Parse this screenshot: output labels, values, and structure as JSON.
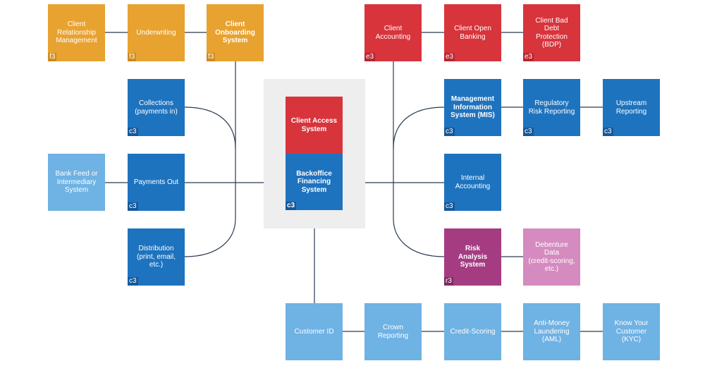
{
  "colors": {
    "orange": "#E8A230",
    "red": "#D7343C",
    "blue": "#1E73BE",
    "light_blue": "#6FB2E4",
    "purple": "#A53C82",
    "pink": "#D58BBF",
    "line": "#2B3A52",
    "group_bg": "#EEEEEE",
    "badge_orange": "#D08A1E",
    "badge_red": "#B82530",
    "badge_blue": "#15589A",
    "badge_purple": "#7F2A62"
  },
  "nodes": [
    {
      "id": "client-relationship-management",
      "label": "Client\nRelationship\nManagement",
      "badge": "f3",
      "color": "orange",
      "bold": false
    },
    {
      "id": "underwriting",
      "label": "Underwriting",
      "badge": "f3",
      "color": "orange",
      "bold": false
    },
    {
      "id": "client-onboarding-system",
      "label": "Client\nOnboarding\nSystem",
      "badge": "f3",
      "color": "orange",
      "bold": true
    },
    {
      "id": "client-accounting",
      "label": "Client\nAccounting",
      "badge": "e3",
      "color": "red",
      "bold": false
    },
    {
      "id": "client-open-banking",
      "label": "Client Open\nBanking",
      "badge": "e3",
      "color": "red",
      "bold": false
    },
    {
      "id": "client-bad-debt-protection",
      "label": "Client Bad\nDebt\nProtection\n(BDP)",
      "badge": "e3",
      "color": "red",
      "bold": false
    },
    {
      "id": "collections",
      "label": "Collections\n(payments in)",
      "badge": "c3",
      "color": "blue",
      "bold": false
    },
    {
      "id": "bank-feed",
      "label": "Bank Feed or\nIntermediary\nSystem",
      "badge": "",
      "color": "light_blue",
      "bold": false
    },
    {
      "id": "payments-out",
      "label": "Payments Out",
      "badge": "c3",
      "color": "blue",
      "bold": false
    },
    {
      "id": "distribution",
      "label": "Distribution\n(print, email,\netc.)",
      "badge": "c3",
      "color": "blue",
      "bold": false
    },
    {
      "id": "management-information-system",
      "label": "Management\nInformation\nSystem (MIS)",
      "badge": "c3",
      "color": "blue",
      "bold": true
    },
    {
      "id": "regulatory-risk-reporting",
      "label": "Regulatory\nRisk Reporting",
      "badge": "c3",
      "color": "blue",
      "bold": false
    },
    {
      "id": "upstream-reporting",
      "label": "Upstream\nReporting",
      "badge": "c3",
      "color": "blue",
      "bold": false
    },
    {
      "id": "internal-accounting",
      "label": "Internal\nAccounting",
      "badge": "c3",
      "color": "blue",
      "bold": false
    },
    {
      "id": "risk-analysis-system",
      "label": "Risk\nAnalysis\nSystem",
      "badge": "r3",
      "color": "purple",
      "bold": true
    },
    {
      "id": "debenture-data",
      "label": "Debenture\nData\n(credit-scoring,\netc.)",
      "badge": "",
      "color": "pink",
      "bold": false
    },
    {
      "id": "customer-id",
      "label": "Customer ID",
      "badge": "",
      "color": "light_blue",
      "bold": false
    },
    {
      "id": "crown-reporting",
      "label": "Crown\nReporting",
      "badge": "",
      "color": "light_blue",
      "bold": false
    },
    {
      "id": "credit-scoring",
      "label": "Credit-Scoring",
      "badge": "",
      "color": "light_blue",
      "bold": false
    },
    {
      "id": "anti-money-laundering",
      "label": "Anti-Money\nLaundering\n(AML)",
      "badge": "",
      "color": "light_blue",
      "bold": false
    },
    {
      "id": "know-your-customer",
      "label": "Know Your\nCustomer\n(KYC)",
      "badge": "",
      "color": "light_blue",
      "bold": false
    }
  ],
  "center": {
    "top_label": "Client Access\nSystem",
    "bottom_label": "Backoffice\nFinancing\nSystem",
    "badge": "c3"
  }
}
